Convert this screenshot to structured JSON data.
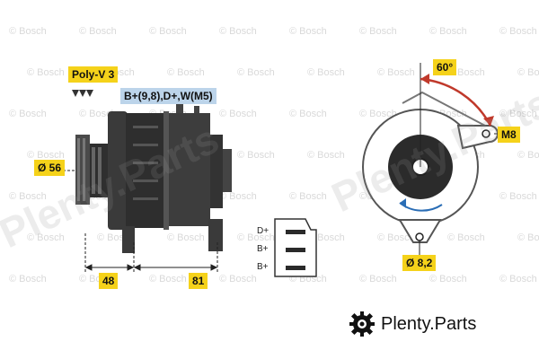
{
  "watermark": {
    "small_text": "© Bosch",
    "large_text": "Plenty.Parts"
  },
  "labels": {
    "belt": "Poly-V 3",
    "terminals": "B+(9,8),D+,W(M5)",
    "pulley_diameter": "Ø 56",
    "dim_front": "48",
    "dim_body": "81",
    "angle": "60°",
    "upper_bolt": "M8",
    "lower_hole": "Ø 8,2"
  },
  "connector": {
    "pins": [
      "D+",
      "B+",
      "B+"
    ]
  },
  "brand": {
    "name": "Plenty",
    "suffix": ".Parts"
  },
  "colors": {
    "label_yellow": "#f5d21a",
    "label_blue": "#bcd4ea",
    "arrow_red": "#c0392b",
    "arrow_blue": "#2a6db5",
    "body_dark": "#3a3a3a"
  }
}
